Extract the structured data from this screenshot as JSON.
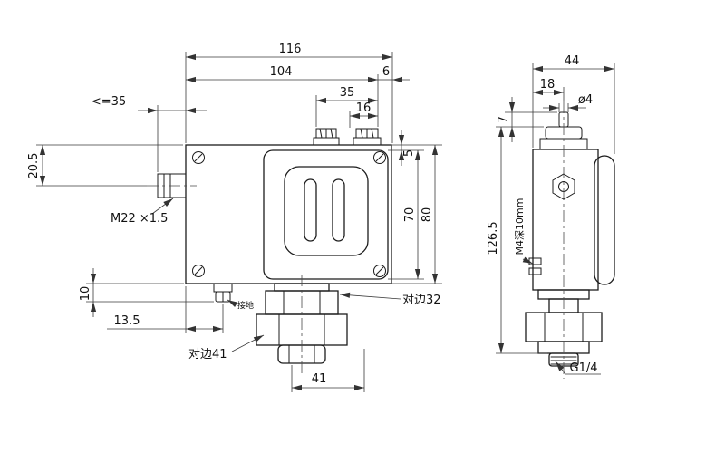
{
  "front_view": {
    "dims": {
      "d116": "116",
      "d104": "104",
      "d6": "6",
      "d35": "35",
      "d16": "16",
      "dle35": "<=35",
      "d20_5": "20.5",
      "d5": "5",
      "d70": "70",
      "d80": "80",
      "d10": "10",
      "d13_5": "13.5",
      "d41": "41"
    },
    "labels": {
      "thread_spec": "M22 ×1.5",
      "ground": "接地",
      "across_flats_32": "对边32",
      "across_flats_41": "对边41"
    }
  },
  "side_view": {
    "dims": {
      "d44": "44",
      "d18": "18",
      "d_dia4": "ø4",
      "d7": "7",
      "d126_5": "126.5"
    },
    "labels": {
      "tapped_hole": "M4深10mm",
      "port_thread": "G1/4"
    }
  }
}
